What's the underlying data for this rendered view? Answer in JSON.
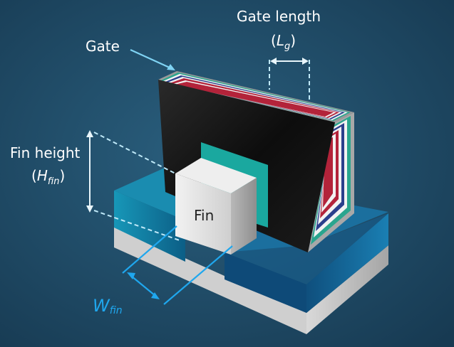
{
  "labels": {
    "gate": "Gate",
    "gate_length": "Gate length",
    "gate_length_symbol": "L",
    "gate_length_sub": "g",
    "fin_height": "Fin height",
    "fin_height_symbol": "H",
    "fin_height_sub": "fin",
    "fin": "Fin",
    "fin_width_symbol": "W",
    "fin_width_sub": "fin"
  },
  "colors": {
    "background": "#1e4863",
    "gate_face": "#111111",
    "fin_face": "#d9d9d9",
    "source_drain": "#1c8fb0",
    "oxide": "#15a5a0",
    "stripe_red": "#b3233a",
    "stripe_blue": "#2a3f8c",
    "stripe_white": "#f2f2f2",
    "stripe_green": "#2aa58e",
    "annotation_blue": "#1fa7ee"
  }
}
